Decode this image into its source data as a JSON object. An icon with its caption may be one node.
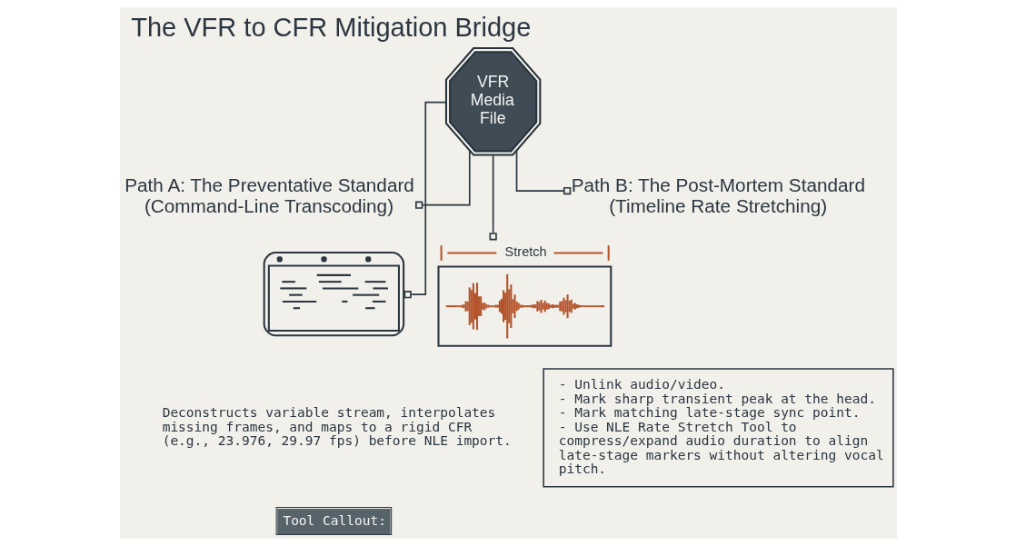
{
  "diagram": {
    "title": "The VFR to CFR Mitigation Bridge",
    "nodes": [
      {
        "text": [
          "VFR Media File"
        ]
      },
      {
        "text": [
          "Path A: The Preventative Standard (Command-Line Transcoding)"
        ]
      },
      {
        "text": [
          "Path B: The Post-Mortem Standard (Timeline Rate Stretching)"
        ]
      },
      {
        "text": [],
        "shape": "picture"
      },
      {
        "text": [],
        "shape": "picture",
        "beside": [
          "Stretch"
        ]
      },
      {
        "text": [
          "Tool Callout:"
        ]
      },
      {
        "text": [
          "- Unlink audio/video.",
          "- Mark sharp transient peak at the head.",
          "- Mark matching late-stage sync point.",
          "- Use NLE Rate Stretch Tool to compress/expand audio duration to align late-stage markers without altering vocal pitch."
        ]
      }
    ],
    "edges": [
      {
        "from": 0,
        "to": 1,
        "arrow": "other"
      },
      {
        "from": 0,
        "to": 3,
        "arrow": "other"
      },
      {
        "from": 0,
        "to": 4,
        "arrow": "other"
      },
      {
        "from": 0,
        "to": 2,
        "arrow": "other"
      }
    ],
    "labels": [
      "Deconstructs variable stream, interpolates missing frames, and maps to a rigid CFR (e.g., 23.976, 29.97 fps) before NLE import."
    ]
  }
}
